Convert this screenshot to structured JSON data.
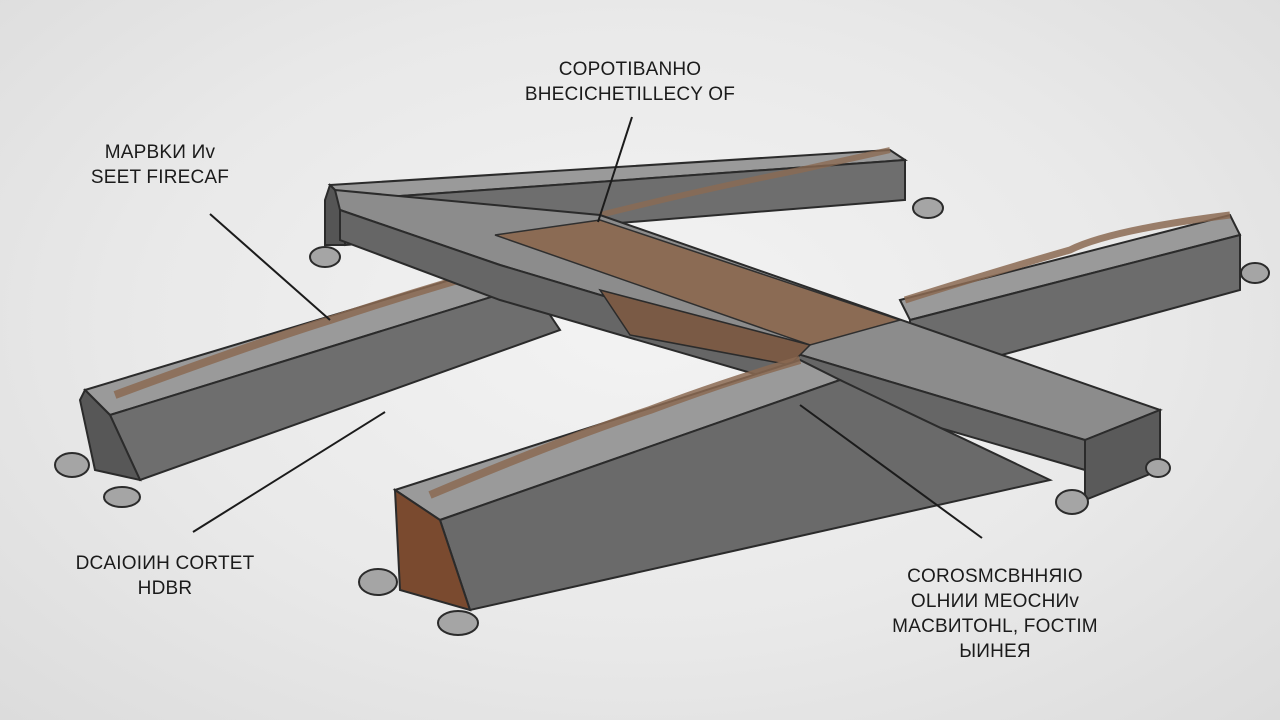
{
  "diagram": {
    "callouts": {
      "top": {
        "line1": "COPOTIBANHO",
        "line2": "BHECICHETILLECY OF"
      },
      "left": {
        "line1": "MAPBKИ Иv",
        "line2": "SEET FIRECAF"
      },
      "bottom_left": {
        "line1": "DCAIOIИH CORTET",
        "line2": "HDBR"
      },
      "bottom_right": {
        "line1": "COROSMCBHHЯIO",
        "line2": "OLHИИ MEOCHИv",
        "line3": "MACBИTOHL, FOCTIM",
        "line4": "ЫИHEЯ"
      }
    },
    "colors": {
      "background": "#e9e9e9",
      "beam_top": "#8a8a8a",
      "beam_side": "#6a6a6a",
      "beam_end": "#555555",
      "rust": "#8b6a52",
      "wood_end": "#7a4a2f",
      "outline": "#2b2b2b",
      "stone": "#a5a5a5"
    }
  }
}
